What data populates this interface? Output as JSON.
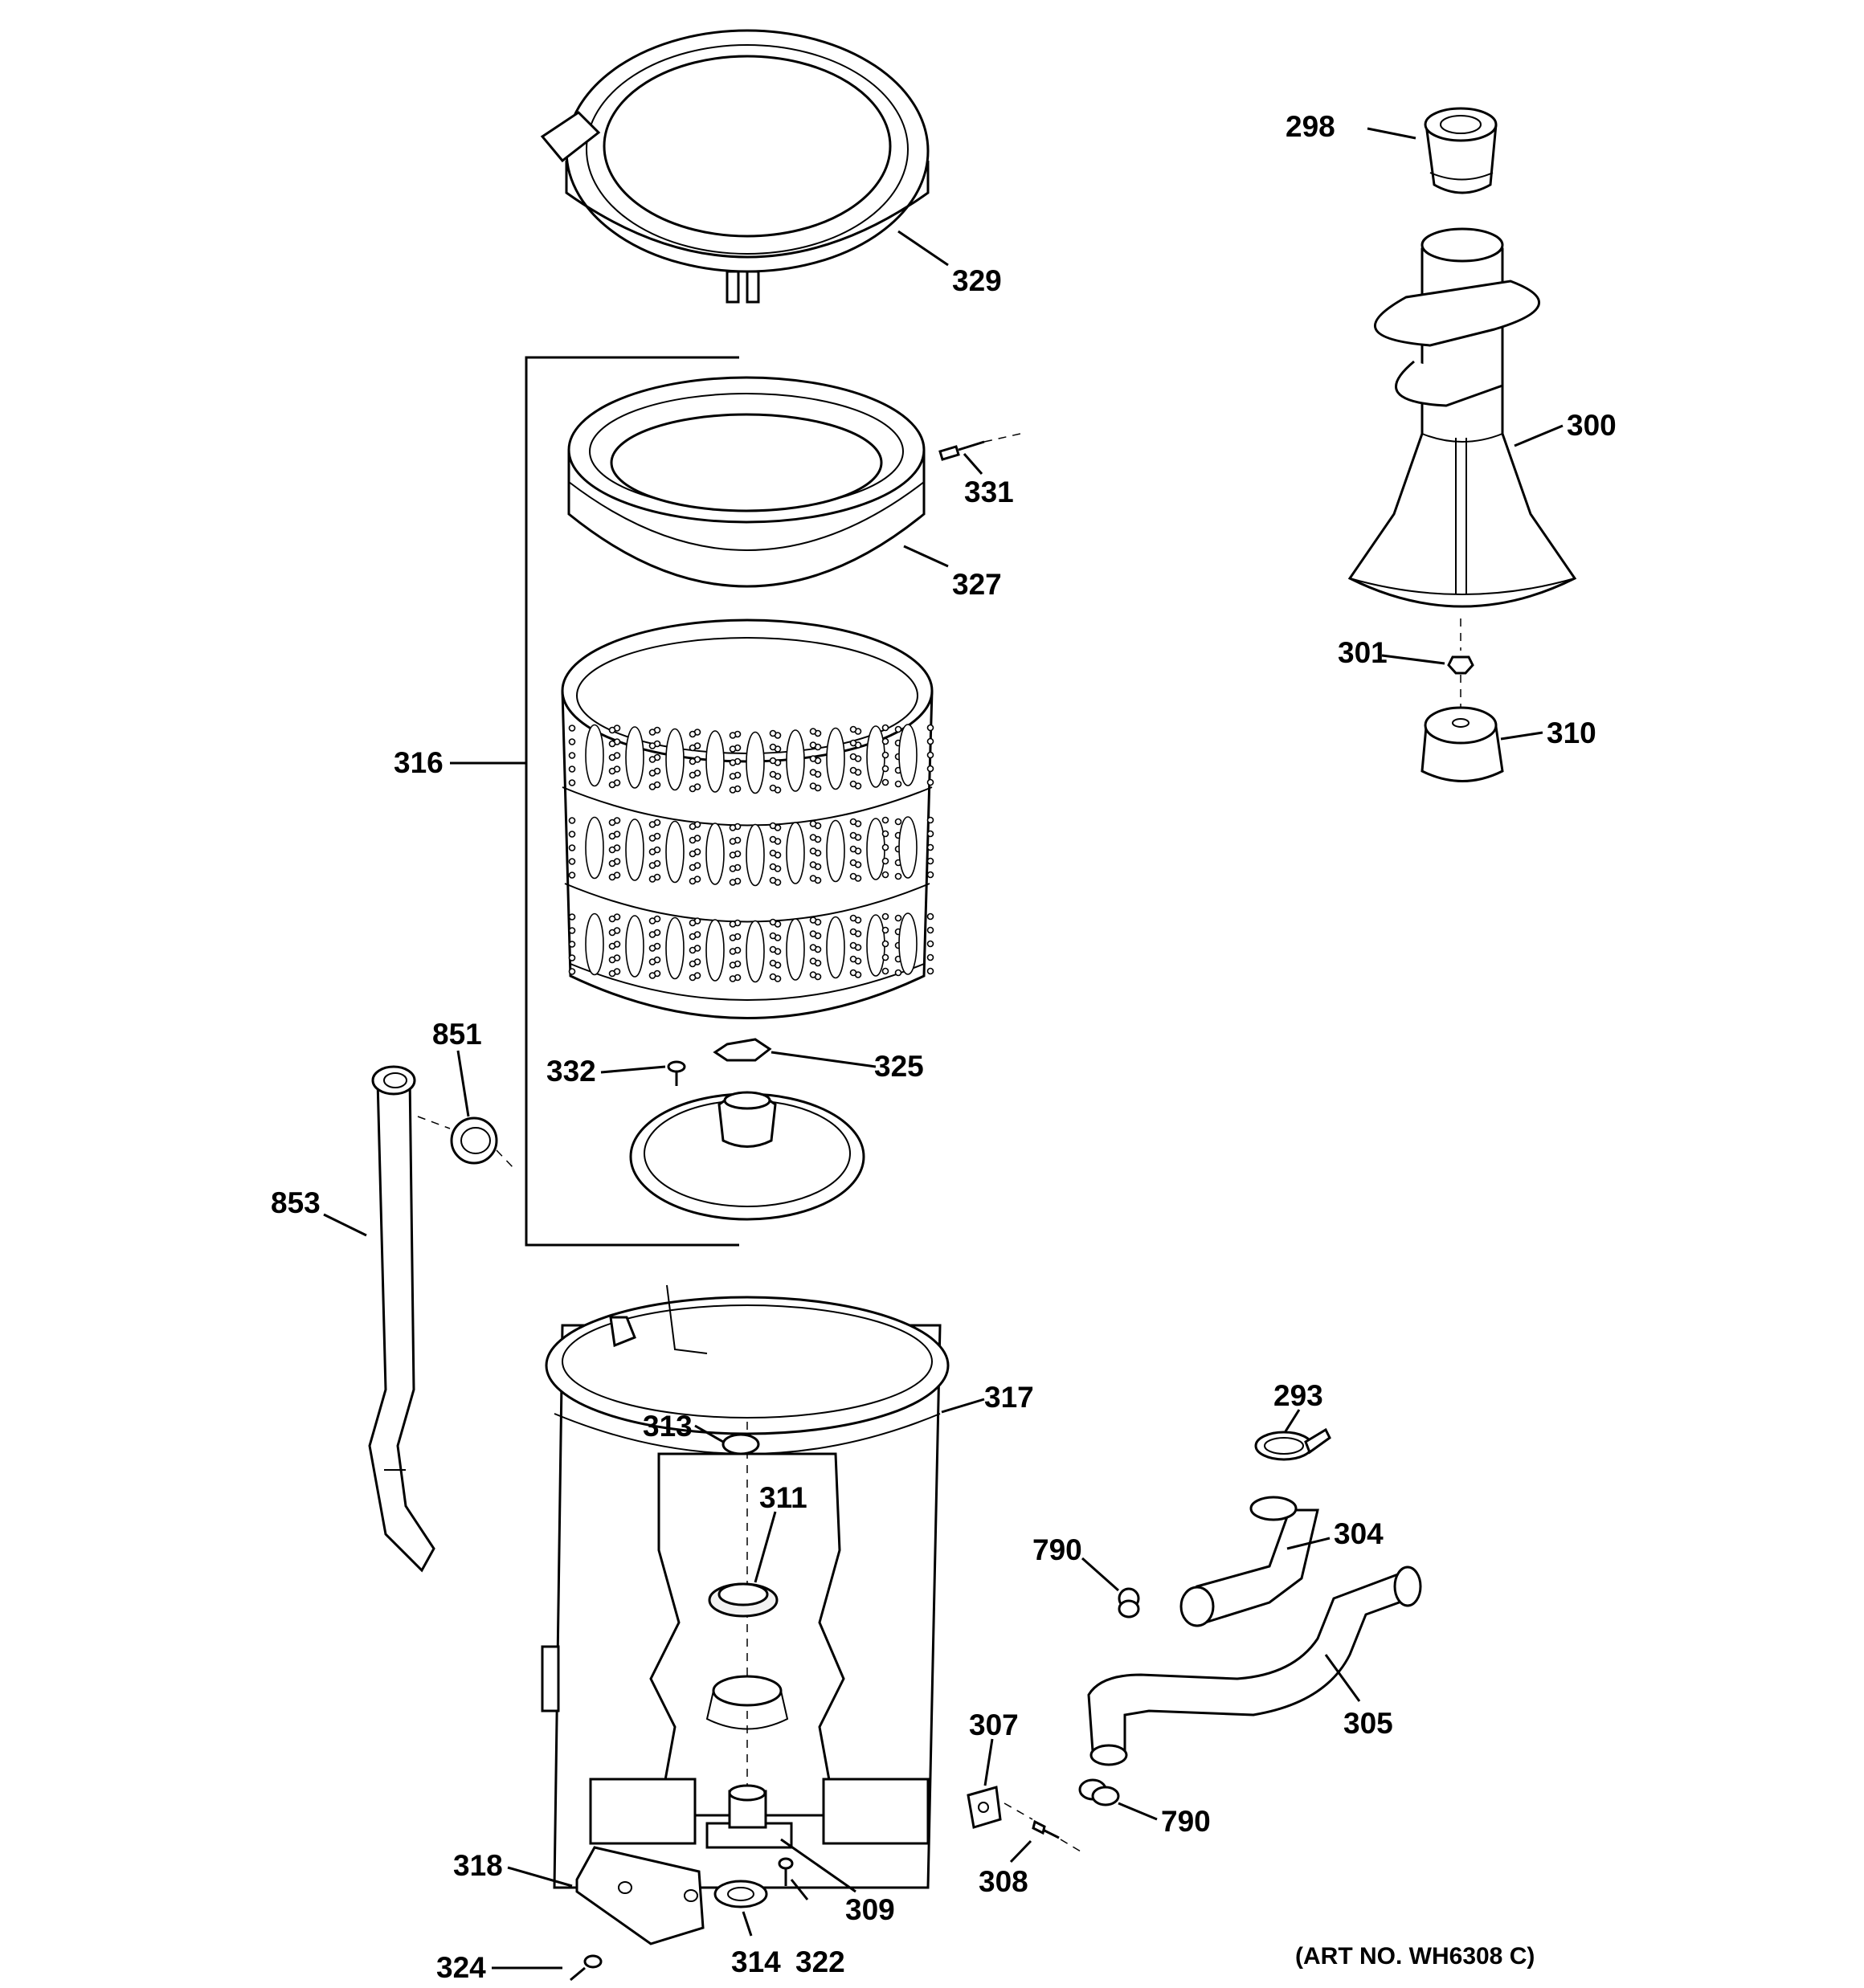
{
  "callouts": [
    {
      "id": "298",
      "label": "298"
    },
    {
      "id": "329",
      "label": "329"
    },
    {
      "id": "300",
      "label": "300"
    },
    {
      "id": "331",
      "label": "331"
    },
    {
      "id": "327",
      "label": "327"
    },
    {
      "id": "301",
      "label": "301"
    },
    {
      "id": "310",
      "label": "310"
    },
    {
      "id": "316",
      "label": "316"
    },
    {
      "id": "851",
      "label": "851"
    },
    {
      "id": "332",
      "label": "332"
    },
    {
      "id": "325",
      "label": "325"
    },
    {
      "id": "853",
      "label": "853"
    },
    {
      "id": "317",
      "label": "317"
    },
    {
      "id": "293",
      "label": "293"
    },
    {
      "id": "313",
      "label": "313"
    },
    {
      "id": "311",
      "label": "311"
    },
    {
      "id": "304",
      "label": "304"
    },
    {
      "id": "790a",
      "label": "790"
    },
    {
      "id": "307",
      "label": "307"
    },
    {
      "id": "305",
      "label": "305"
    },
    {
      "id": "790b",
      "label": "790"
    },
    {
      "id": "318",
      "label": "318"
    },
    {
      "id": "309",
      "label": "309"
    },
    {
      "id": "308",
      "label": "308"
    },
    {
      "id": "324",
      "label": "324"
    },
    {
      "id": "314",
      "label": "314"
    },
    {
      "id": "322",
      "label": "322"
    }
  ],
  "art_number": "(ART NO. WH6308 C)"
}
